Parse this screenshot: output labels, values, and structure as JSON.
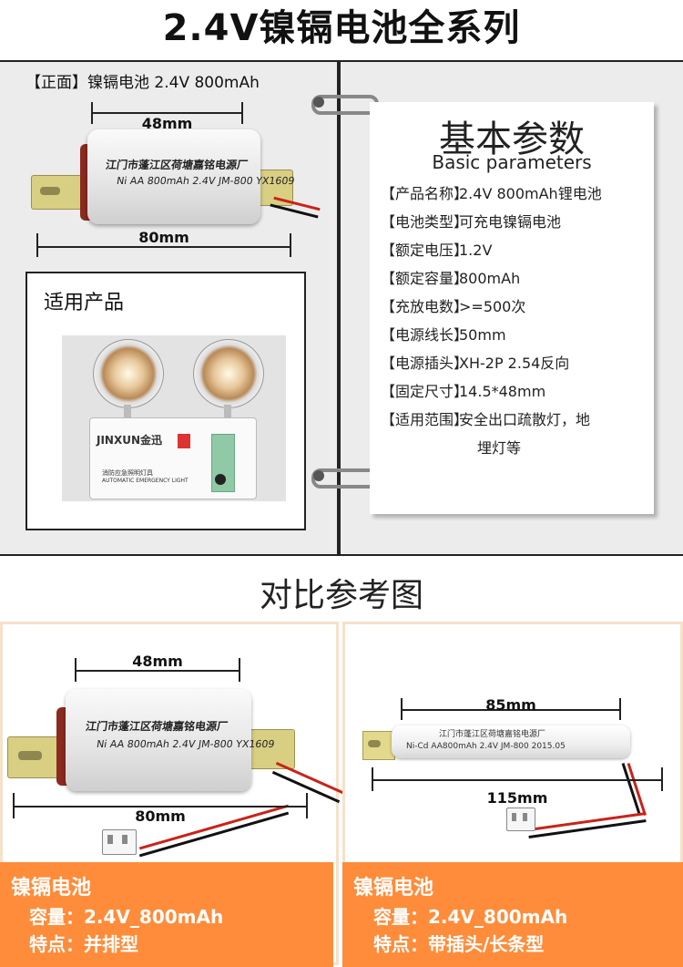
{
  "header": {
    "title": "2.4V镍镉电池全系列"
  },
  "front": {
    "label": "【正面】镍镉电池 2.4V 800mAh",
    "width_dim": "48mm",
    "length_dim": "80mm",
    "battery_line1": "江门市蓬江区荷塘嘉铭电源厂",
    "battery_line2": "Ni AA 800mAh 2.4V JM-800 YX1609"
  },
  "product": {
    "title": "适用产品",
    "lamp_brand": "JINXUN金迅",
    "lamp_cn": "消防应急照明灯具",
    "lamp_en": "AUTOMATIC EMERGENCY LIGHT"
  },
  "params": {
    "title": "基本参数",
    "subtitle": "Basic parameters",
    "rows": [
      {
        "key": "【产品名称】",
        "value": "2.4V 800mAh锂电池"
      },
      {
        "key": "【电池类型】",
        "value": "可充电镍镉电池"
      },
      {
        "key": "【额定电压】",
        "value": "1.2V"
      },
      {
        "key": "【额定容量】",
        "value": "800mAh"
      },
      {
        "key": "【充放电数】",
        "value": ">=500次"
      },
      {
        "key": "【电源线长】",
        "value": "50mm"
      },
      {
        "key": "【电源插头】",
        "value": "XH-2P 2.54反向"
      },
      {
        "key": "【固定尺寸】",
        "value": "14.5*48mm"
      },
      {
        "key": "【适用范围】",
        "value": "安全出口疏散灯，地"
      }
    ],
    "range_cont": "埋灯等"
  },
  "compare": {
    "title": "对比参考图",
    "left": {
      "width_dim": "48mm",
      "length_dim": "80mm",
      "battery_line1": "江门市蓬江区荷塘嘉铭电源厂",
      "battery_line2": "Ni AA 800mAh 2.4V JM-800 YX1609",
      "name": "镍镉电池",
      "capacity": "容量：2.4V_800mAh",
      "feature": "特点：并排型"
    },
    "right": {
      "width_dim": "85mm",
      "length_dim": "115mm",
      "battery_line1": "江门市蓬江区荷塘嘉铭电源厂",
      "battery_line2": "Ni-Cd AA800mAh 2.4V JM-800 2015.05",
      "name": "镍镉电池",
      "capacity": "容量：2.4V_800mAh",
      "feature": "特点：带插头/长条型"
    }
  },
  "colors": {
    "accent_orange": "#ff8c3a",
    "battery_end_red": "#8b2a1f",
    "indicator_green": "#8fc9a6"
  }
}
